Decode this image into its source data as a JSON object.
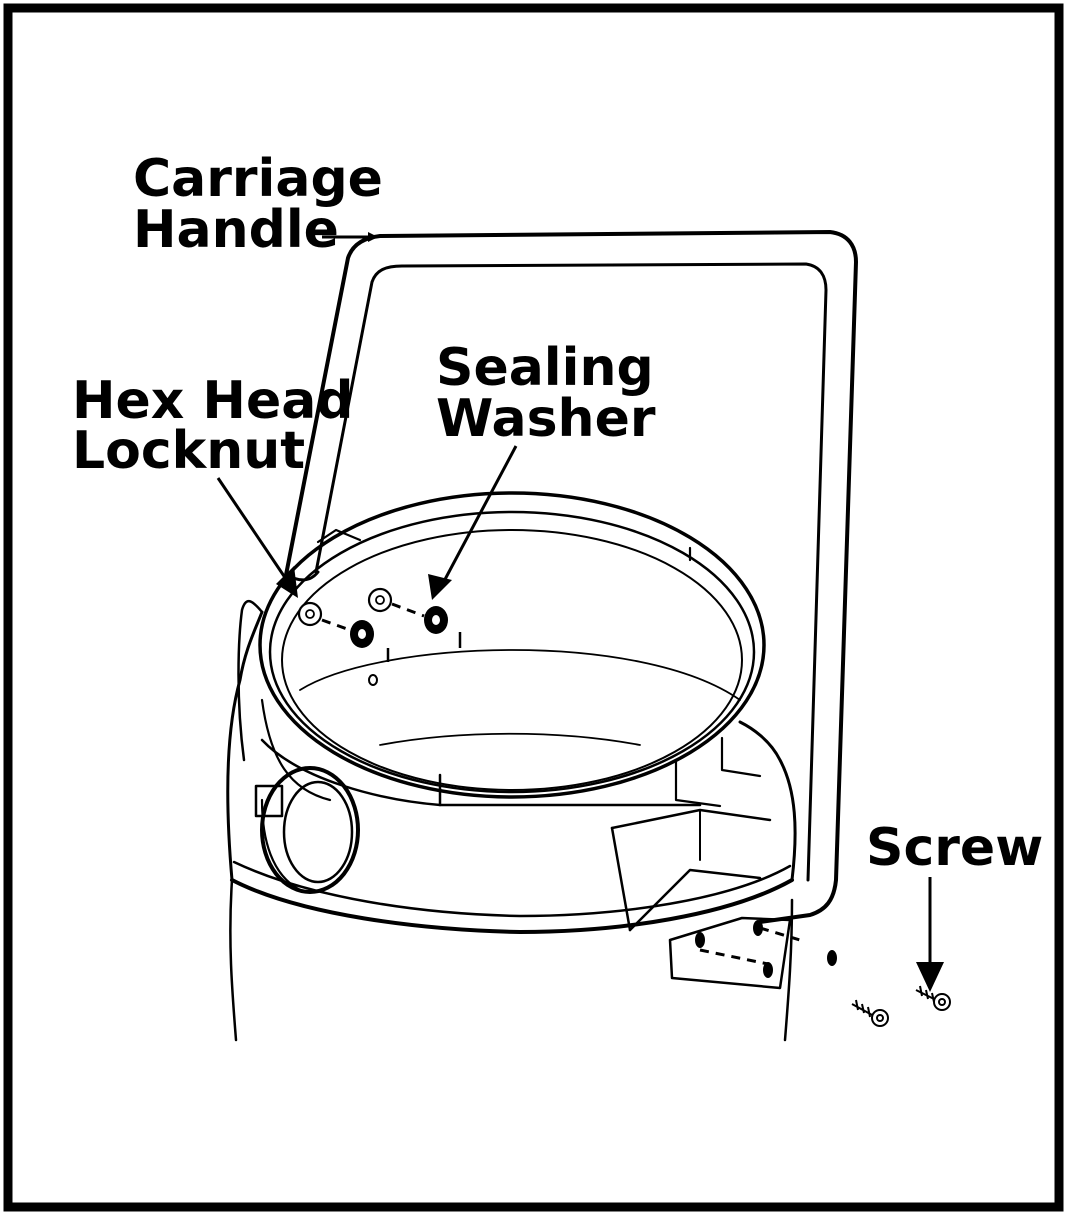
{
  "labels": {
    "carriage_handle": [
      "Carriage",
      "Handle"
    ],
    "hex_head_locknut": [
      "Hex Head",
      "Locknut"
    ],
    "sealing_washer": [
      "Sealing",
      "Washer"
    ],
    "screw": "Screw"
  },
  "colors": {
    "ink": "#000000",
    "paper": "#ffffff"
  }
}
